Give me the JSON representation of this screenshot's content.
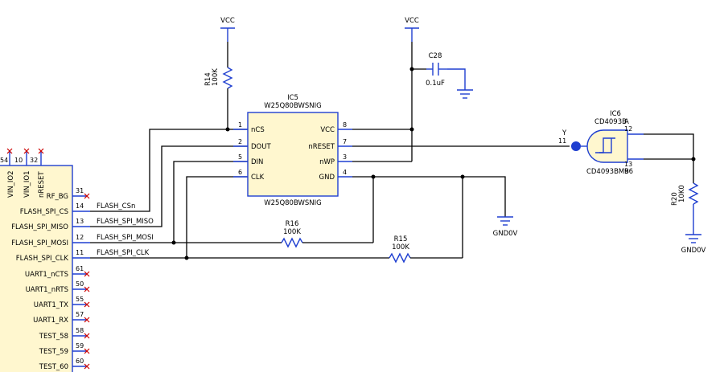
{
  "power": {
    "vcc_r14": "VCC",
    "vcc_c28": "VCC",
    "gnd_ic5": "GND0V",
    "gnd_r20": "GND0V"
  },
  "components": {
    "r14": {
      "ref": "R14",
      "value": "100K"
    },
    "c28": {
      "ref": "C28",
      "value": "0.1uF"
    },
    "r16": {
      "ref": "R16",
      "value": "100K"
    },
    "r15": {
      "ref": "R15",
      "value": "100K"
    },
    "r20": {
      "ref": "R20",
      "value": "10K0"
    },
    "ic5": {
      "ref": "IC5",
      "part_top": "W25Q80BWSNIG",
      "part_bottom": "W25Q80BWSNIG",
      "left_pins": [
        {
          "num": "1",
          "name": "nCS"
        },
        {
          "num": "2",
          "name": "DOUT"
        },
        {
          "num": "5",
          "name": "DIN"
        },
        {
          "num": "6",
          "name": "CLK"
        }
      ],
      "right_pins": [
        {
          "num": "8",
          "name": "VCC"
        },
        {
          "num": "7",
          "name": "nRESET"
        },
        {
          "num": "3",
          "name": "nWP"
        },
        {
          "num": "4",
          "name": "GND"
        }
      ]
    },
    "ic6": {
      "ref": "IC6",
      "part_top": "CD4093B",
      "part_bottom": "CD4093BM96",
      "unit_a": "A",
      "unit_b": "B",
      "out_name": "Y",
      "out_num": "11",
      "in_a_num": "12",
      "in_b_num": "13"
    },
    "mcu": {
      "top_pins": [
        {
          "num": "54",
          "name": "VIN_IO2"
        },
        {
          "num": "10",
          "name": "VIN_IO1"
        },
        {
          "num": "32",
          "name": "nRESET"
        }
      ],
      "right_pins": [
        {
          "num": "31",
          "name": "RF_BG"
        },
        {
          "num": "14",
          "name": "FLASH_SPI_CS"
        },
        {
          "num": "13",
          "name": "FLASH_SPI_MISO"
        },
        {
          "num": "12",
          "name": "FLASH_SPI_MOSI"
        },
        {
          "num": "11",
          "name": "FLASH_SPI_CLK"
        },
        {
          "num": "61",
          "name": "UART1_nCTS"
        },
        {
          "num": "50",
          "name": "UART1_nRTS"
        },
        {
          "num": "55",
          "name": "UART1_TX"
        },
        {
          "num": "57",
          "name": "UART1_RX"
        },
        {
          "num": "58",
          "name": "TEST_58"
        },
        {
          "num": "59",
          "name": "TEST_59"
        },
        {
          "num": "60",
          "name": "TEST_60"
        }
      ]
    }
  },
  "nets": [
    "FLASH_CSn",
    "FLASH_SPI_MISO",
    "FLASH_SPI_MOSI",
    "FLASH_SPI_CLK"
  ]
}
